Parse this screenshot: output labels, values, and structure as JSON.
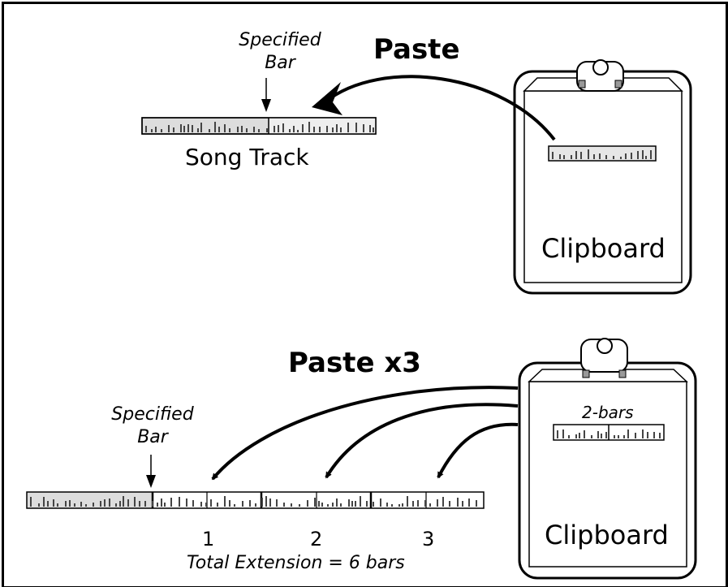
{
  "top": {
    "title": "Paste",
    "marker_line1": "Specified",
    "marker_line2": "Bar",
    "track_label": "Song Track",
    "clipboard_label": "Clipboard"
  },
  "bottom": {
    "title": "Paste x3",
    "marker_line1": "Specified",
    "marker_line2": "Bar",
    "clip_content_label": "2-bars",
    "clipboard_label": "Clipboard",
    "segment_numbers": [
      "1",
      "2",
      "3"
    ],
    "total_label": "Total Extension = 6 bars"
  }
}
